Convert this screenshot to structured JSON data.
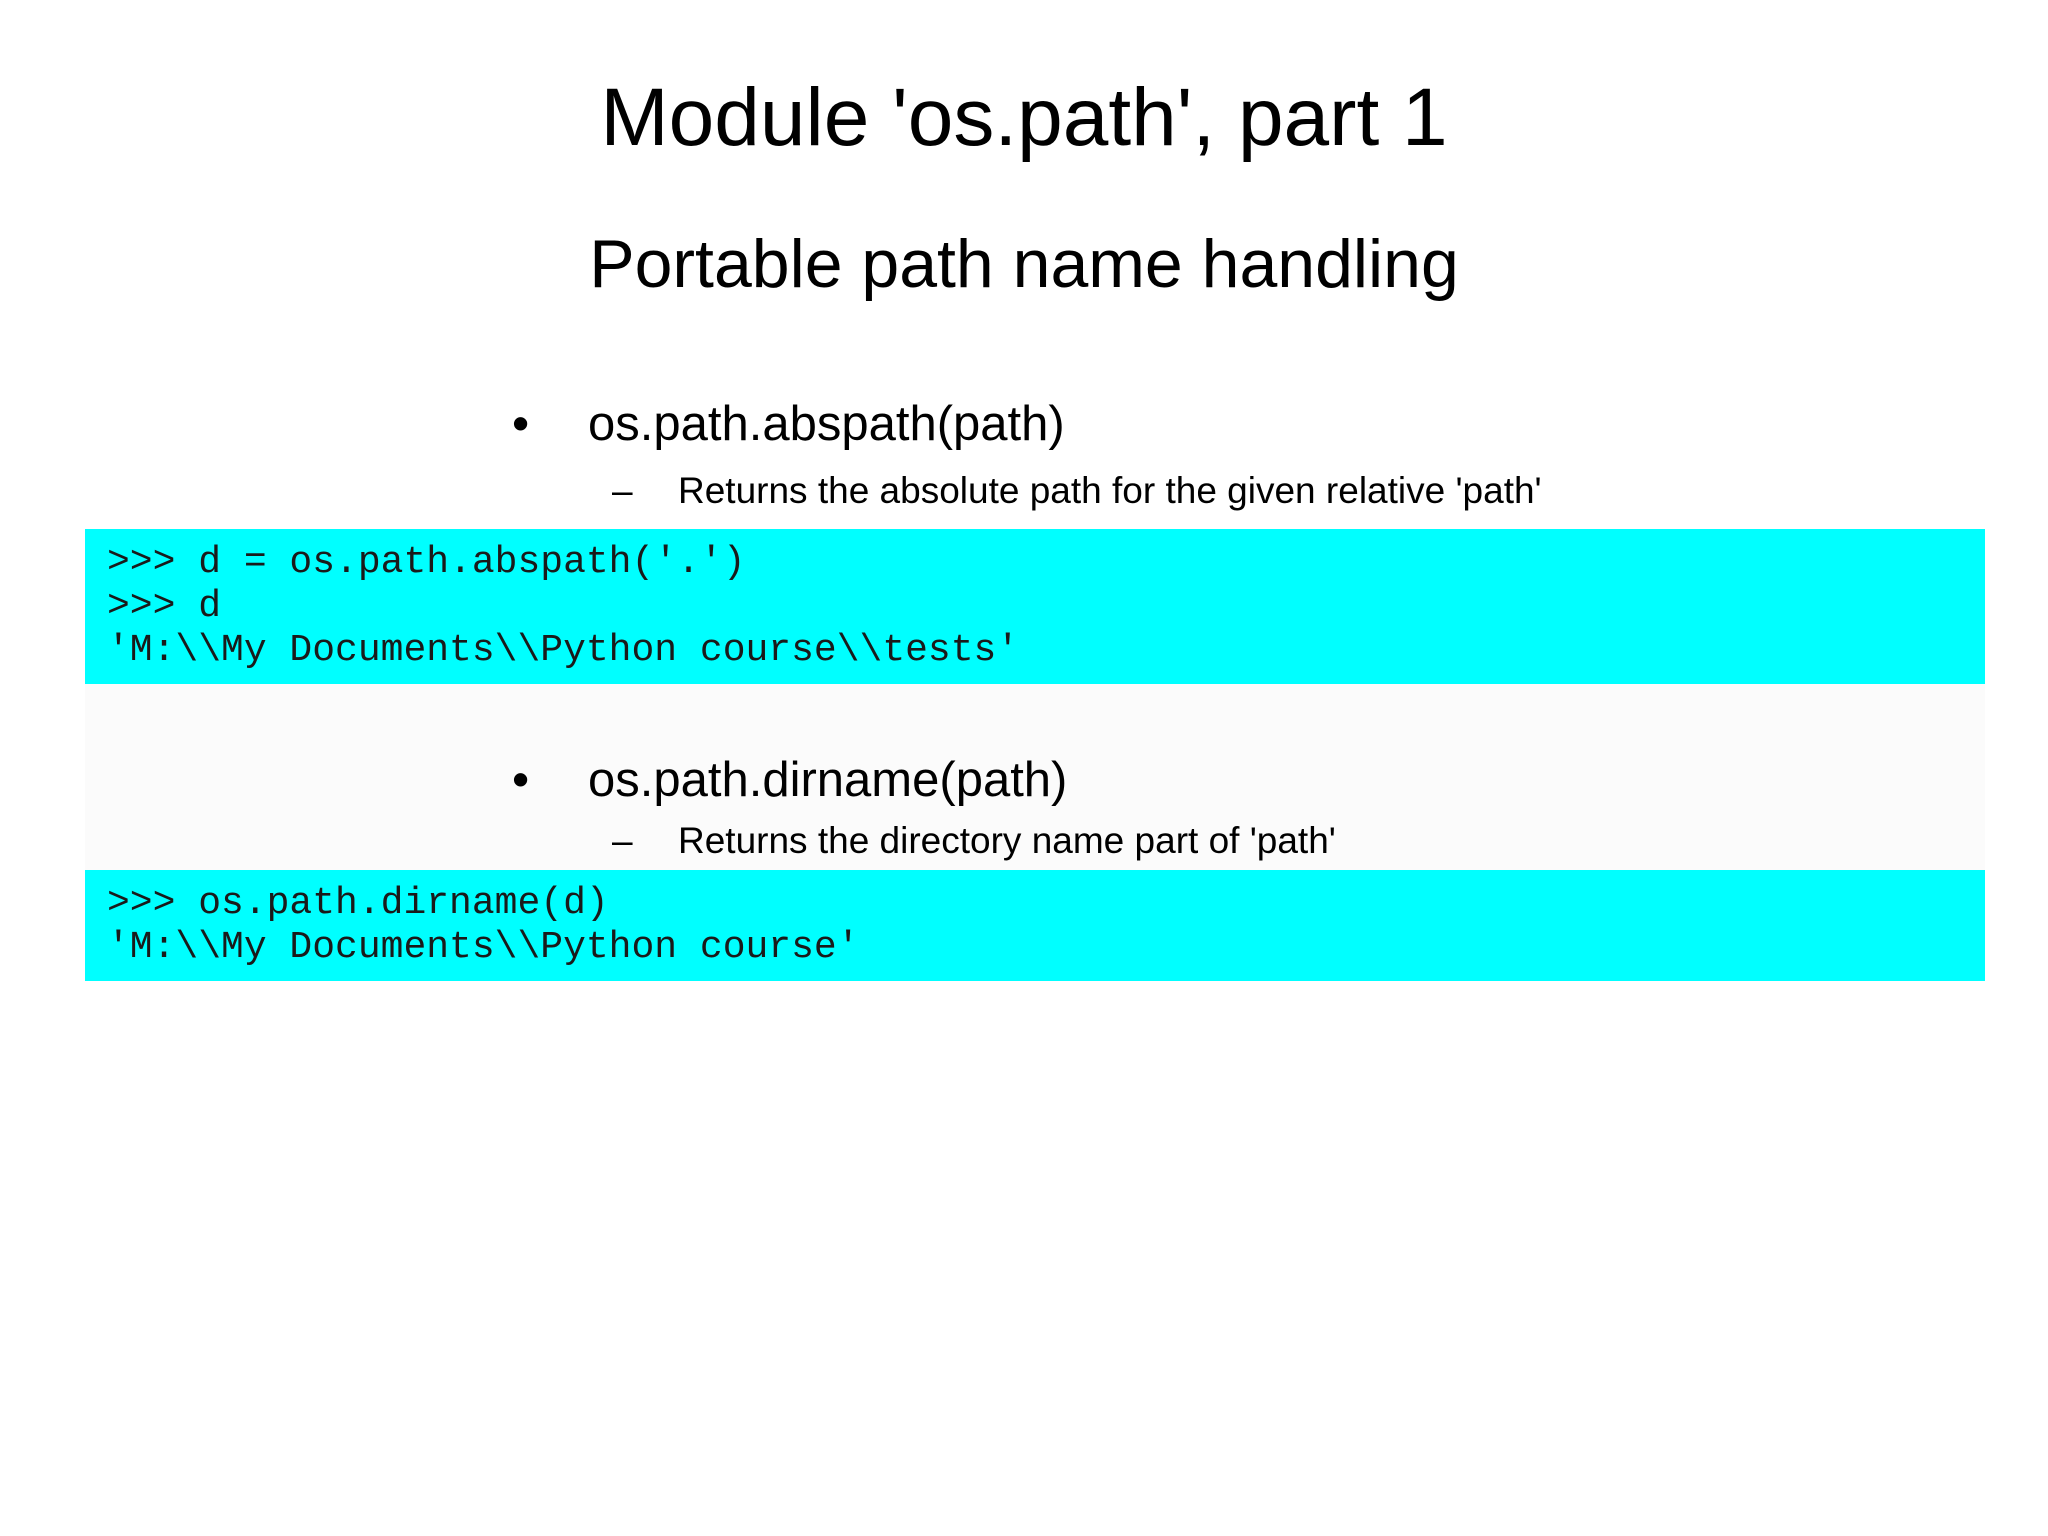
{
  "slide": {
    "title": "Module 'os.path', part 1",
    "subtitle": "Portable path name handling",
    "bullet_glyph": "•",
    "dash_glyph": "–",
    "sections": [
      {
        "bullet": "os.path.abspath(path)",
        "sub": "Returns the absolute path for the given relative 'path'",
        "code": [
          ">>> d = os.path.abspath('.')",
          ">>> d",
          "'M:\\\\My Documents\\\\Python course\\\\tests'"
        ]
      },
      {
        "bullet": "os.path.dirname(path)",
        "sub": "Returns the directory name part of 'path'",
        "code": [
          ">>> os.path.dirname(d)",
          "'M:\\\\My Documents\\\\Python course'"
        ]
      }
    ],
    "colors": {
      "code_background": "#00ffff",
      "text": "#000000",
      "code_text": "#1a1a1a"
    }
  }
}
